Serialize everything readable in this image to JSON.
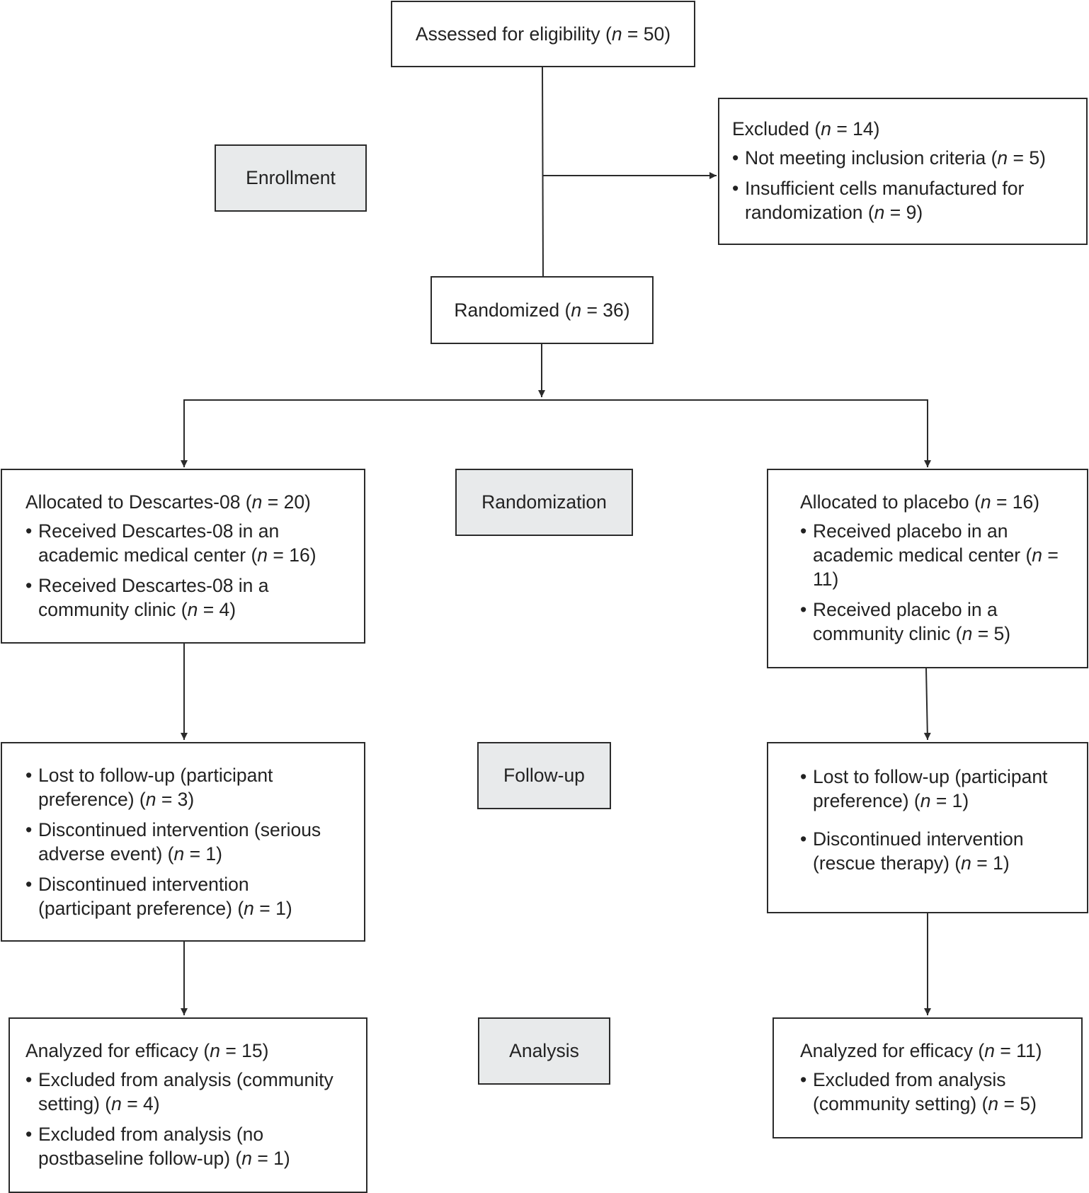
{
  "diagram": {
    "stages": {
      "enrollment": "Enrollment",
      "randomization": "Randomization",
      "follow_up": "Follow-up",
      "analysis": "Analysis"
    },
    "assessed": {
      "prefix": "Assessed for eligibility (",
      "n": "n",
      "value": " = 50)"
    },
    "excluded": {
      "heading": {
        "prefix": "Excluded (",
        "n": "n",
        "value": " = 14)"
      },
      "items": [
        {
          "text": "Not meeting inclusion criteria (",
          "n": "n",
          "value": " = 5)"
        },
        {
          "text": "Insufficient cells manufactured for randomization (",
          "n": "n",
          "value": " = 9)"
        }
      ]
    },
    "randomized": {
      "prefix": "Randomized (",
      "n": "n",
      "value": "  = 36)"
    },
    "left_arm": {
      "allocation": {
        "heading": {
          "prefix": "Allocated to Descartes-08 (",
          "n": "n",
          "value": "  = 20)"
        },
        "items": [
          {
            "text": "Received Descartes-08 in an academic medical center (",
            "n": "n",
            "value": " = 16)"
          },
          {
            "text": "Received Descartes-08 in a community clinic (",
            "n": "n",
            "value": " = 4)"
          }
        ]
      },
      "follow_up": {
        "items": [
          {
            "text": "Lost to follow-up (participant preference) (",
            "n": "n",
            "value": " = 3)"
          },
          {
            "text": "Discontinued intervention (serious adverse event) (",
            "n": "n",
            "value": " = 1)"
          },
          {
            "text": "Discontinued intervention (participant preference) (",
            "n": "n",
            "value": " = 1)"
          }
        ]
      },
      "analysis": {
        "heading": {
          "prefix": "Analyzed for efficacy (",
          "n": "n",
          "value": " = 15)"
        },
        "items": [
          {
            "text": "Excluded from analysis (community setting) (",
            "n": "n",
            "value": " = 4)"
          },
          {
            "text": "Excluded from analysis (no postbaseline follow-up) (",
            "n": "n",
            "value": " = 1)"
          }
        ]
      }
    },
    "right_arm": {
      "allocation": {
        "heading": {
          "prefix": "Allocated to placebo (",
          "n": "n",
          "value": " = 16)"
        },
        "items": [
          {
            "text": "Received placebo in an academic medical center (",
            "n": "n",
            "value": " = 11)"
          },
          {
            "text": "Received placebo in a community clinic (",
            "n": "n",
            "value": " = 5)"
          }
        ]
      },
      "follow_up": {
        "items": [
          {
            "text": "Lost to follow-up (participant preference) (",
            "n": "n",
            "value": " = 1)"
          },
          {
            "text": "Discontinued intervention (rescue therapy) (",
            "n": "n",
            "value": " = 1)"
          }
        ]
      },
      "analysis": {
        "heading": {
          "prefix": "Analyzed for efficacy (",
          "n": "n",
          "value": " = 11)"
        },
        "items": [
          {
            "text": "Excluded from analysis (community setting) (",
            "n": "n",
            "value": " = 5)"
          }
        ]
      }
    }
  }
}
